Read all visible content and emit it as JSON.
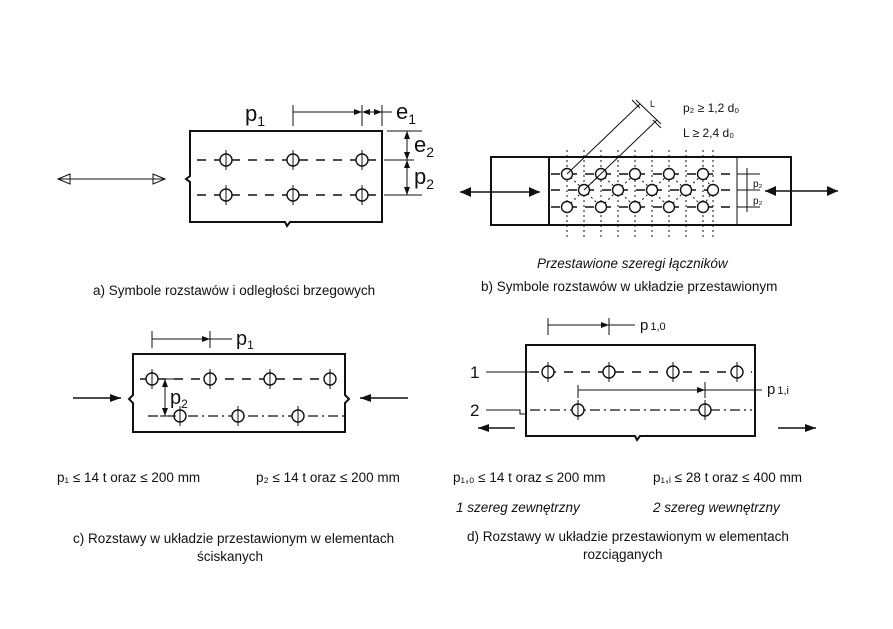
{
  "panel_a": {
    "sym_p1": "p",
    "sub_p1": "1",
    "sym_e1": "e",
    "sub_e1": "1",
    "sym_e2": "e",
    "sub_e2": "2",
    "sym_p2": "p",
    "sub_p2": "2",
    "caption": "a) Symbole rozstawów i odległości brzegowych"
  },
  "panel_b": {
    "cond_1": "p₂ ≥ 1,2 d₀",
    "cond_2": "L ≥ 2,4 d₀",
    "sym_L": "L",
    "sym_p2_top": "p₂",
    "sym_p2_bottom": "p₂",
    "subtitle": "Przestawione szeregi łączników",
    "caption": "b) Symbole rozstawów w układzie przestawionym"
  },
  "panel_c": {
    "sym_p1": "p",
    "sub_p1": "1",
    "sym_p2": "p",
    "sub_p2": "2",
    "formula_1": "p₁ ≤ 14 t oraz ≤ 200 mm",
    "formula_2": "p₂ ≤ 14 t oraz ≤ 200 mm",
    "caption_line1": "c) Rozstawy w układzie przestawionym w elementach",
    "caption_line2": "ściskanych"
  },
  "panel_d": {
    "sym_p10": "p",
    "sub_p10": "1,0",
    "sym_p1i": "p",
    "sub_p1i": "1,i",
    "row_1": "1",
    "row_2": "2",
    "formula_1": "p₁,₀ ≤ 14 t oraz ≤ 200 mm",
    "formula_2": "p₁,ᵢ ≤ 28 t oraz ≤ 400 mm",
    "note_1": "1 szereg zewnętrzny",
    "note_2": "2 szereg wewnętrzny",
    "caption_line1": "d) Rozstawy w układzie przestawionym w elementach",
    "caption_line2": "rozciąganych"
  }
}
